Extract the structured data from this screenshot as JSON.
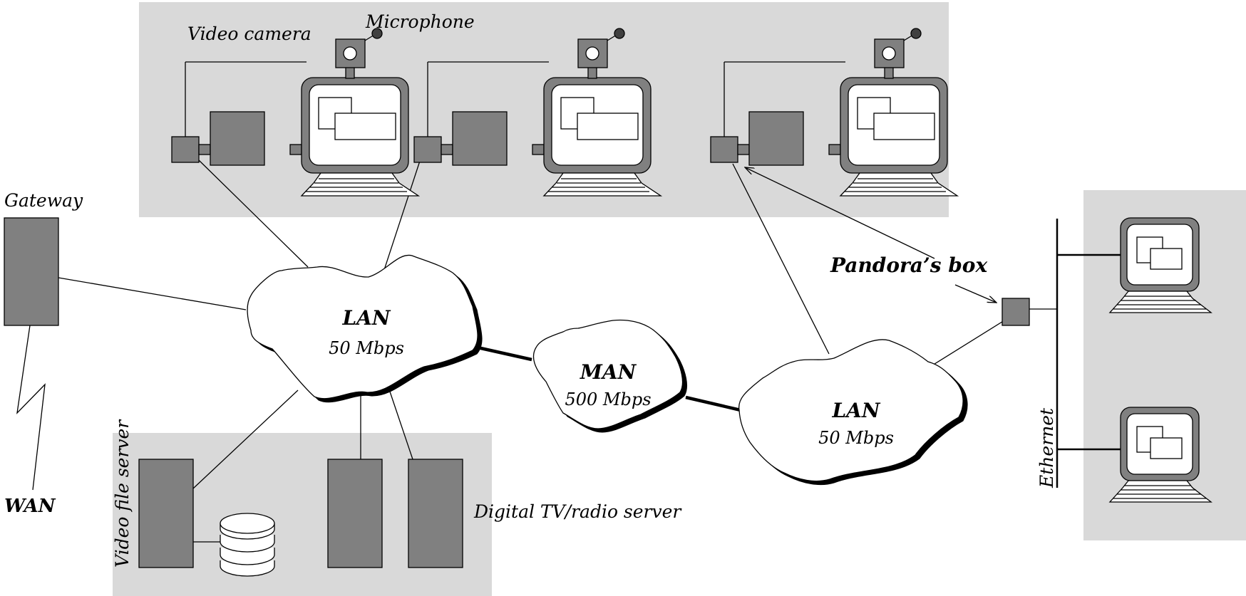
{
  "labels": {
    "video_camera": "Video camera",
    "microphone": "Microphone",
    "gateway": "Gateway",
    "wan": "WAN",
    "lan1_name": "LAN",
    "lan1_speed": "50 Mbps",
    "man_name": "MAN",
    "man_speed": "500 Mbps",
    "lan2_name": "LAN",
    "lan2_speed": "50 Mbps",
    "pandoras_box": "Pandora’s box",
    "ethernet": "Ethernet",
    "video_file_server": "Video file server",
    "digital_tv_server": "Digital TV/radio server"
  },
  "colors": {
    "region": "#d9d9d9",
    "device": "#808080",
    "line": "#000000",
    "background": "#ffffff"
  }
}
